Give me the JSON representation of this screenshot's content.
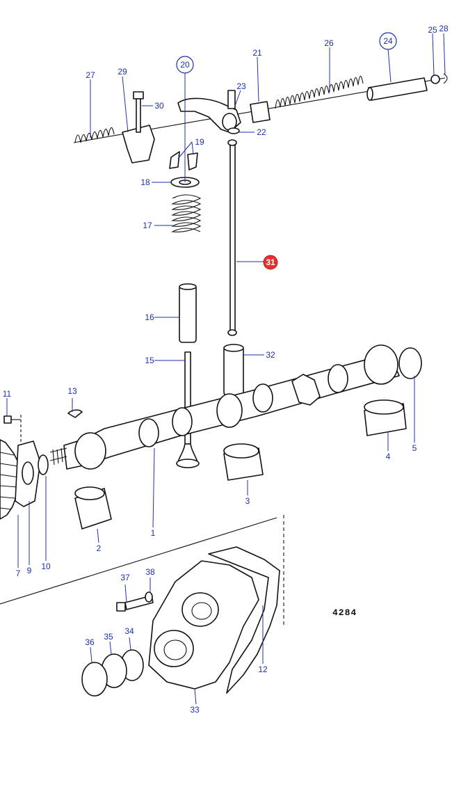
{
  "diagram": {
    "reference_number": "4284",
    "highlighted_part": "31",
    "colors": {
      "label": "#1a2fb0",
      "highlight": "#e53030",
      "line": "#111111"
    },
    "labels": [
      {
        "id": "p1",
        "text": "1"
      },
      {
        "id": "p2",
        "text": "2"
      },
      {
        "id": "p3",
        "text": "3"
      },
      {
        "id": "p4",
        "text": "4"
      },
      {
        "id": "p5",
        "text": "5"
      },
      {
        "id": "p7",
        "text": "7"
      },
      {
        "id": "p9",
        "text": "9"
      },
      {
        "id": "p10",
        "text": "10"
      },
      {
        "id": "p11",
        "text": "11"
      },
      {
        "id": "p12",
        "text": "12"
      },
      {
        "id": "p13",
        "text": "13"
      },
      {
        "id": "p15",
        "text": "15"
      },
      {
        "id": "p16",
        "text": "16"
      },
      {
        "id": "p17",
        "text": "17"
      },
      {
        "id": "p18",
        "text": "18"
      },
      {
        "id": "p19",
        "text": "19"
      },
      {
        "id": "p20",
        "text": "20"
      },
      {
        "id": "p21",
        "text": "21"
      },
      {
        "id": "p22",
        "text": "22"
      },
      {
        "id": "p23",
        "text": "23"
      },
      {
        "id": "p24",
        "text": "24"
      },
      {
        "id": "p25",
        "text": "25"
      },
      {
        "id": "p26",
        "text": "26"
      },
      {
        "id": "p27",
        "text": "27"
      },
      {
        "id": "p28",
        "text": "28"
      },
      {
        "id": "p29",
        "text": "29"
      },
      {
        "id": "p30",
        "text": "30"
      },
      {
        "id": "p31",
        "text": "31"
      },
      {
        "id": "p32",
        "text": "32"
      },
      {
        "id": "p33",
        "text": "33"
      },
      {
        "id": "p34",
        "text": "34"
      },
      {
        "id": "p35",
        "text": "35"
      },
      {
        "id": "p36",
        "text": "36"
      },
      {
        "id": "p37",
        "text": "37"
      },
      {
        "id": "p38",
        "text": "38"
      }
    ]
  }
}
